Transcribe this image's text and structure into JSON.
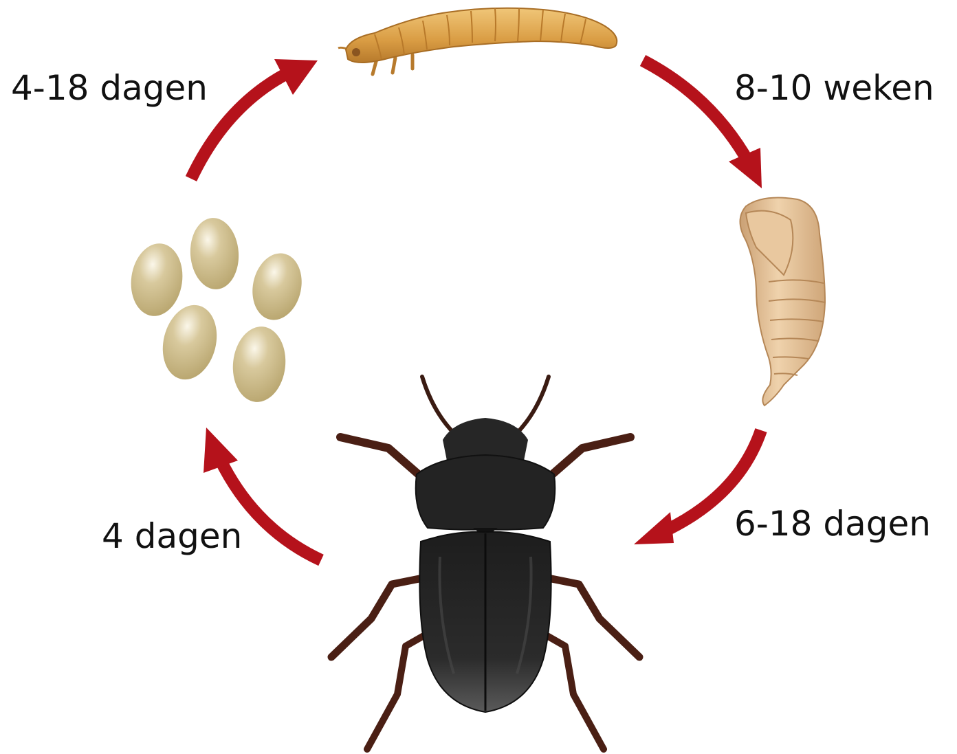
{
  "colors": {
    "arrow": "#b5121b",
    "egg": "#c9b889",
    "egg_highlight": "#f6f0dc",
    "larva": "#d9a24a",
    "larva_segment": "#b8792a",
    "pupa": "#e3c29a",
    "pupa_shadow": "#c49a6c",
    "beetle_body": "#2a2a2a",
    "beetle_legs": "#4a1f14",
    "label_text": "#111111"
  },
  "stages": {
    "eggs": {
      "icon": "egg-cluster-icon"
    },
    "larva": {
      "icon": "mealworm-larva-icon"
    },
    "pupa": {
      "icon": "pupa-icon"
    },
    "beetle": {
      "icon": "darkling-beetle-icon"
    }
  },
  "transitions": {
    "egg_to_larva": {
      "duration": "4-18 dagen"
    },
    "larva_to_pupa": {
      "duration": "8-10 weken"
    },
    "pupa_to_beetle": {
      "duration": "6-18 dagen"
    },
    "beetle_to_egg": {
      "duration": "4 dagen"
    }
  }
}
